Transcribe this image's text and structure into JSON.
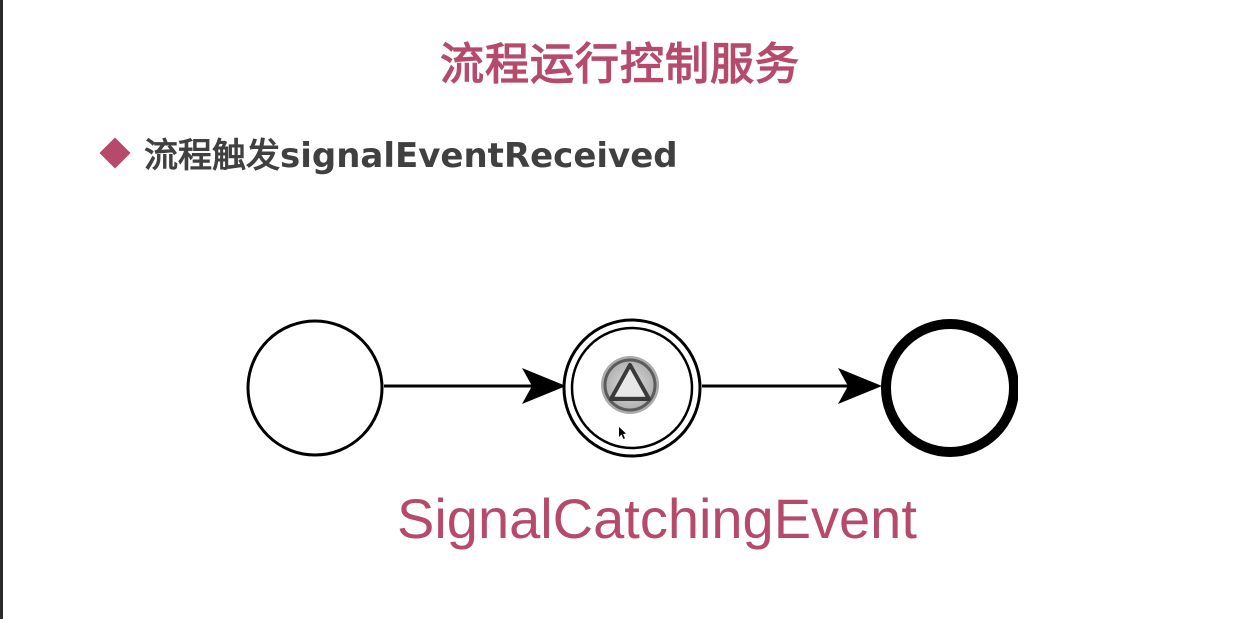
{
  "slide": {
    "title": "流程运行控制服务",
    "bullet": "流程触发signalEventReceived"
  },
  "diagram": {
    "nodes": [
      {
        "id": "start-event",
        "kind": "start"
      },
      {
        "id": "signal-catching-event",
        "kind": "intermediate-catch",
        "marker": "signal-triangle-icon"
      },
      {
        "id": "end-event",
        "kind": "end"
      }
    ],
    "flows": [
      {
        "from": "start-event",
        "to": "signal-catching-event"
      },
      {
        "from": "signal-catching-event",
        "to": "end-event"
      }
    ],
    "caption": "SignalCatchingEvent"
  },
  "colors": {
    "title": "#b54a6a",
    "bullet_marker": "#b54a6a",
    "bullet_text": "#404040",
    "caption": "#b54a6a",
    "stroke": "#000000",
    "page_edge": "#2b2b2b"
  }
}
